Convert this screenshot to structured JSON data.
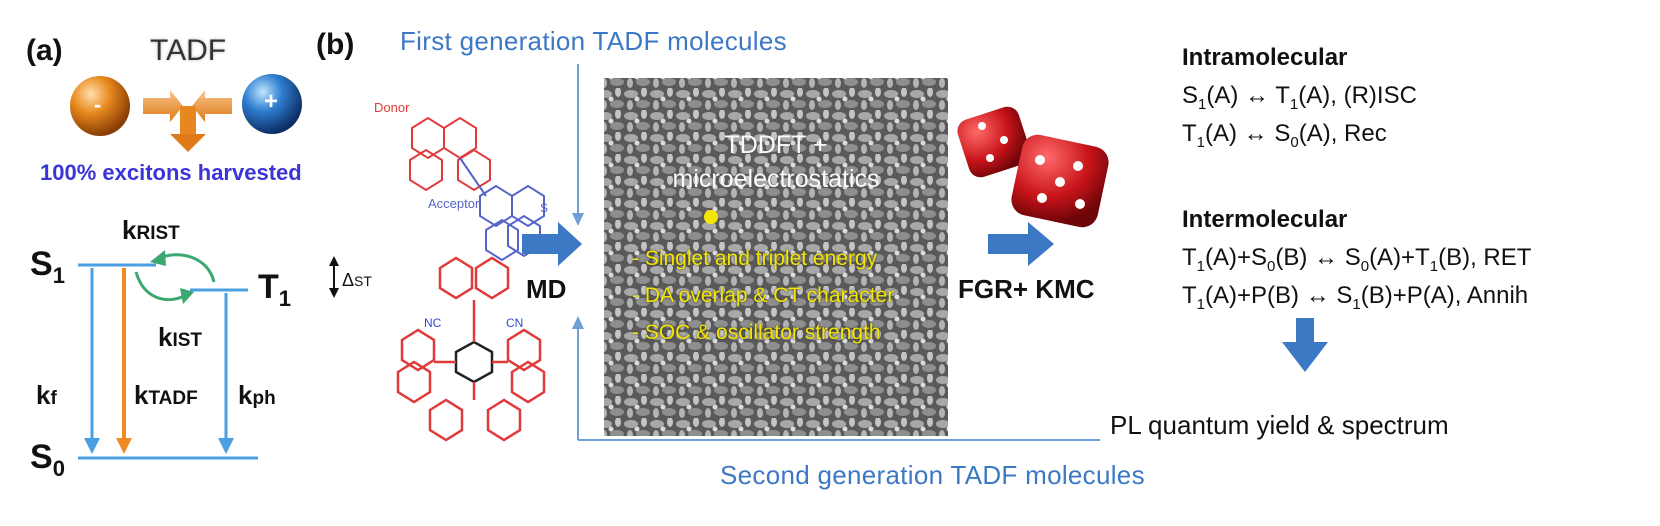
{
  "panel_a": {
    "label": "(a)",
    "title": "TADF",
    "minus_sign": "-",
    "plus_sign": "+",
    "harvest_text": "100% excitons harvested",
    "states": {
      "s1": {
        "main": "S",
        "sub": "1"
      },
      "t1": {
        "main": "T",
        "sub": "1"
      },
      "s0": {
        "main": "S",
        "sub": "0"
      }
    },
    "rates": {
      "rist": {
        "main": "k",
        "sub": "RIST"
      },
      "ist": {
        "main": "k",
        "sub": "IST"
      },
      "f": {
        "main": "k",
        "sub": "f"
      },
      "tadf": {
        "main": "k",
        "sub": "TADF"
      },
      "ph": {
        "main": "k",
        "sub": "ph"
      }
    },
    "delta_st": {
      "symbol": "Δ",
      "sub": "ST"
    }
  },
  "panel_b": {
    "label": "(b)",
    "first_generation": "First generation TADF molecules",
    "second_generation": "Second generation TADF molecules",
    "donor_label": "Donor",
    "acceptor_label": "Acceptor",
    "md_label": "MD",
    "box_title_line1": "TDDFT +",
    "box_title_line2": "microelectrostatics",
    "properties": [
      "- Singlet and triplet energy",
      "- DA overlap & CT character",
      "- SOC & oscillator strength"
    ],
    "fgr_kmc_label": "FGR+ KMC",
    "intramolecular": {
      "heading": "Intramolecular",
      "processes": [
        [
          "S",
          "1",
          "(A) ↔ T",
          "1",
          "(A), (R)ISC"
        ],
        [
          "T",
          "1",
          "(A) ↔ S",
          "0",
          "(A), Rec"
        ]
      ]
    },
    "intermolecular": {
      "heading": "Intermolecular",
      "processes": [
        [
          "T",
          "1",
          "(A)+S",
          "0",
          "(B) ↔ S",
          "0",
          "(A)+T",
          "1",
          "(B),  RET"
        ],
        [
          "T",
          "1",
          "(A)+P(B) ↔ S",
          "1",
          "(B)+P(A),  Annih"
        ]
      ]
    },
    "result": "PL quantum yield & spectrum"
  },
  "colors": {
    "blue_arrow": "#3d78c4",
    "orange": "#f08a24",
    "green": "#3aa870",
    "level_blue": "#4a9fe0",
    "harvest_blue": "#3b35d9",
    "property_yellow": "#f3e600"
  }
}
